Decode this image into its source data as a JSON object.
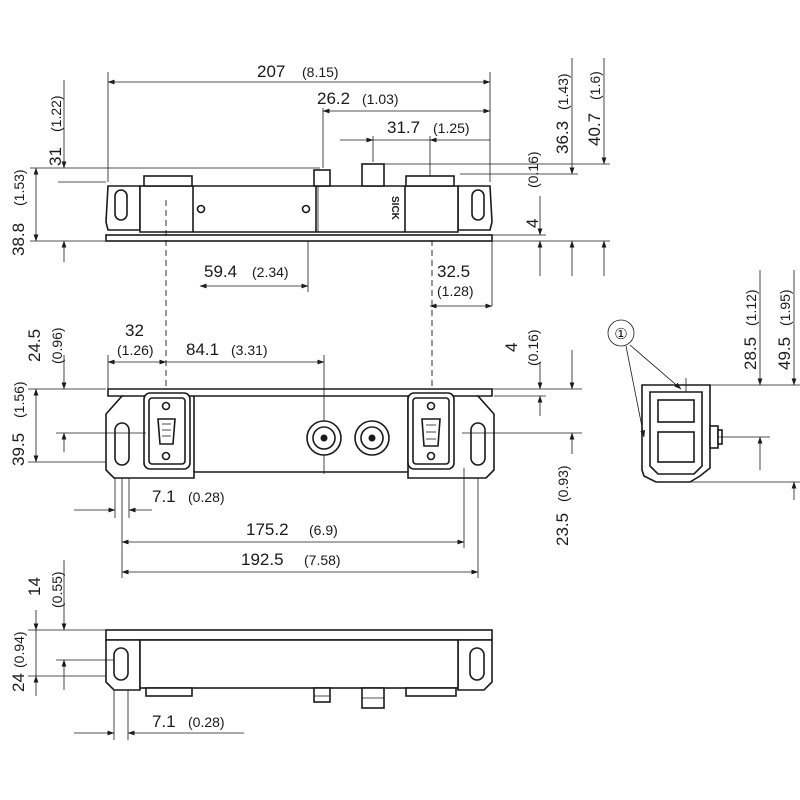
{
  "top_view": {
    "brand_logo": "SICK",
    "dims": {
      "length": {
        "mm": "207",
        "in": "(8.15)"
      },
      "conn_a": {
        "mm": "26.2",
        "in": "(1.03)"
      },
      "conn_b": {
        "mm": "31.7",
        "in": "(1.25)"
      },
      "depth_31": {
        "mm": "31",
        "in": "(1.22)"
      },
      "depth_38_8": {
        "mm": "38.8",
        "in": "(1.53)"
      },
      "h_36_3": {
        "mm": "36.3",
        "in": "(1.43)"
      },
      "h_40_7": {
        "mm": "40.7",
        "in": "(1.6)"
      },
      "step_4": {
        "mm": "4",
        "in": "(0.16)"
      },
      "pos_59_4": {
        "mm": "59.4",
        "in": "(2.34)"
      },
      "pos_32_5": {
        "mm": "32.5",
        "in": "(1.28)"
      }
    }
  },
  "front_view": {
    "dims": {
      "off_32": {
        "mm": "32",
        "in": "(1.26)"
      },
      "off_84_1": {
        "mm": "84.1",
        "in": "(3.31)"
      },
      "h_24_5": {
        "mm": "24.5",
        "in": "(0.96)"
      },
      "h_39_5": {
        "mm": "39.5",
        "in": "(1.56)"
      },
      "step_4": {
        "mm": "4",
        "in": "(0.16)"
      },
      "h_23_5": {
        "mm": "23.5",
        "in": "(0.93)"
      },
      "slot_7_1": {
        "mm": "7.1",
        "in": "(0.28)"
      },
      "hole_pitch": {
        "mm": "175.2",
        "in": "(6.9)"
      },
      "overall": {
        "mm": "192.5",
        "in": "(7.58)"
      }
    }
  },
  "side_view": {
    "callout": "①",
    "dims": {
      "h_28_5": {
        "mm": "28.5",
        "in": "(1.12)"
      },
      "h_49_5": {
        "mm": "49.5",
        "in": "(1.95)"
      }
    }
  },
  "bottom_view": {
    "dims": {
      "d_14": {
        "mm": "14",
        "in": "(0.55)"
      },
      "d_24": {
        "mm": "24",
        "in": "(0.94)"
      },
      "slot_7_1": {
        "mm": "7.1",
        "in": "(0.28)"
      }
    }
  }
}
